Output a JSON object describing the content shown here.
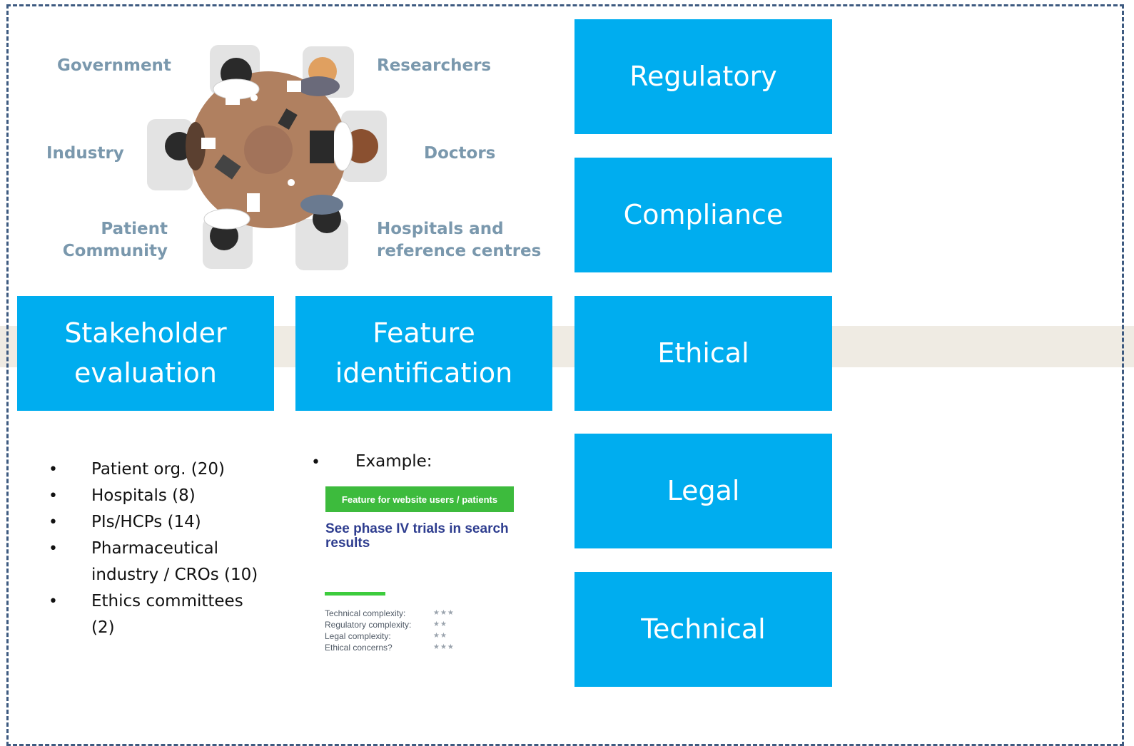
{
  "stakeholders": {
    "government": "Government",
    "researchers": "Researchers",
    "industry": "Industry",
    "doctors": "Doctors",
    "patient_community": "Patient\nCommunity",
    "hospitals": "Hospitals and\nreference centres"
  },
  "boxes": {
    "regulatory": "Regulatory",
    "compliance": "Compliance",
    "stakeholder_evaluation": "Stakeholder\nevaluation",
    "feature_identification": "Feature\nidentification",
    "ethical": "Ethical",
    "legal": "Legal",
    "technical": "Technical"
  },
  "stakeholder_list": [
    "Patient org. (20)",
    "Hospitals (8)",
    "PIs/HCPs (14)",
    "Pharmaceutical industry / CROs (10)",
    "Ethics committees (2)"
  ],
  "example": {
    "label": "Example:",
    "card_header": "Feature for website users / patients",
    "card_title": "See phase IV trials in search results",
    "criteria": [
      {
        "label": "Technical complexity:",
        "stars": "★★★"
      },
      {
        "label": "Regulatory complexity:",
        "stars": "★★"
      },
      {
        "label": "Legal complexity:",
        "stars": "★★"
      },
      {
        "label": "Ethical concerns?",
        "stars": "★★★"
      }
    ]
  },
  "colors": {
    "box": "#00adef",
    "label": "#7a98ad",
    "card_header": "#3dbb3d",
    "card_title": "#2e3d8f",
    "band": "#efebe3",
    "frame": "#3d5a80"
  }
}
